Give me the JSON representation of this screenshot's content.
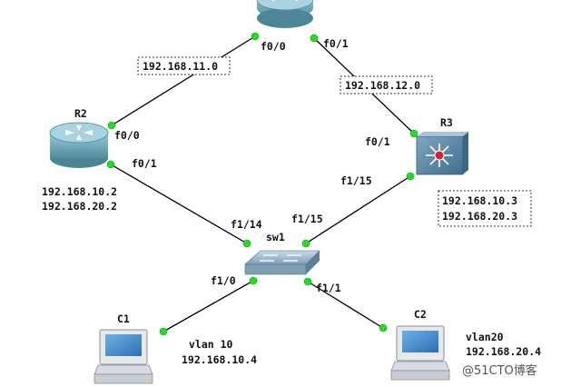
{
  "devices": {
    "r1": {},
    "r2": {
      "name": "R2"
    },
    "r3": {
      "name": "R3"
    },
    "sw1": {
      "name": "sw1"
    },
    "c1": {
      "name": "C1"
    },
    "c2": {
      "name": "C2"
    }
  },
  "interfaces": {
    "r1_f0_0": "f0/0",
    "r1_f0_1": "f0/1",
    "r2_f0_0": "f0/0",
    "r2_f0_1": "f0/1",
    "r3_f0_1": "f0/1",
    "r3_f1_15": "f1/15",
    "sw1_f1_14": "f1/14",
    "sw1_f1_15": "f1/15",
    "sw1_f1_0": "f1/0",
    "sw1_f1_1": "f1/1"
  },
  "networks": {
    "net_11": "192.168.11.0",
    "net_12": "192.168.12.0"
  },
  "addresses": {
    "r2_line1": "192.168.10.2",
    "r2_line2": "192.168.20.2",
    "r3_line1": "192.168.10.3",
    "r3_line2": "192.168.20.3",
    "c1_vlan": "vlan 10",
    "c1_ip": "192.168.10.4",
    "c2_vlan": "vlan20",
    "c2_ip": "192.168.20.4"
  },
  "watermark": "@51CTO博客",
  "colors": {
    "router": "#5a97a8",
    "router_top": "#8fc3d1",
    "l3switch": "#5f88a4",
    "l3switch_center": "#e02030",
    "switch": "#8aa9c0",
    "pc_screen": "#3f88c8",
    "port_dot": "#22dd22"
  }
}
